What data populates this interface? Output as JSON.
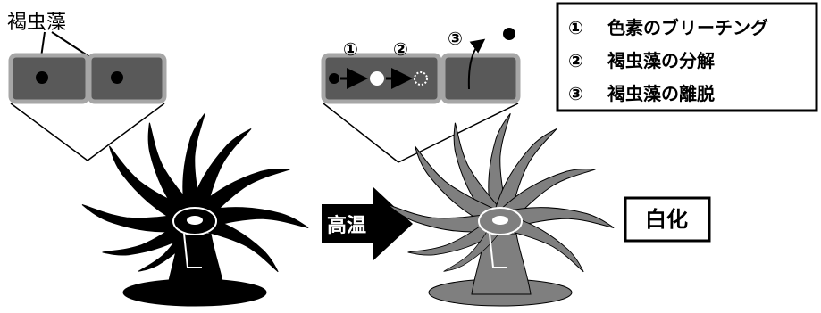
{
  "left_label": "褐虫藻",
  "arrow_label": "高温",
  "result_label": "白化",
  "step_markers": [
    "①",
    "②",
    "③"
  ],
  "legend": [
    {
      "marker": "①",
      "text": "色素のブリーチング"
    },
    {
      "marker": "②",
      "text": "褐虫藻の分解"
    },
    {
      "marker": "③",
      "text": "褐虫藻の離脱"
    }
  ],
  "colors": {
    "cell_fill": "#595959",
    "cell_border": "#a6a6a6",
    "healthy_body": "#000000",
    "bleached_body": "#7f7f7f",
    "arrow": "#000000"
  }
}
